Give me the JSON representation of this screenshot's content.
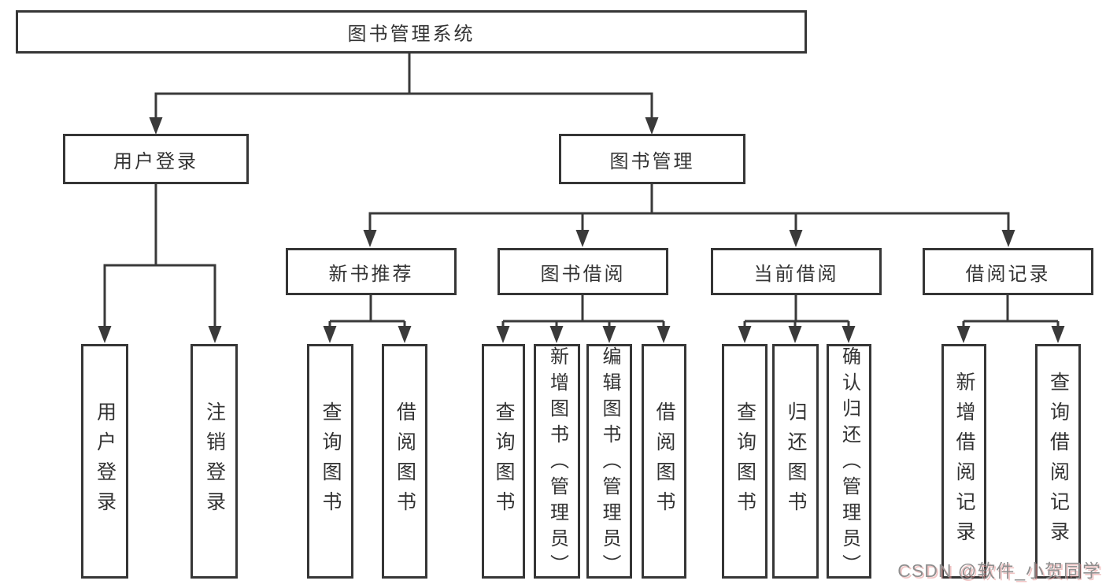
{
  "tree": {
    "root": {
      "label": "图书管理系统"
    },
    "level2": [
      {
        "label": "用户登录"
      },
      {
        "label": "图书管理"
      }
    ],
    "level3": [
      {
        "label": "新书推荐",
        "parent": "图书管理"
      },
      {
        "label": "图书借阅",
        "parent": "图书管理"
      },
      {
        "label": "当前借阅",
        "parent": "图书管理"
      },
      {
        "label": "借阅记录",
        "parent": "图书管理"
      }
    ],
    "leaves": [
      {
        "label": "用户登录",
        "parent": "用户登录"
      },
      {
        "label": "注销登录",
        "parent": "用户登录"
      },
      {
        "label": "查询图书",
        "parent": "新书推荐"
      },
      {
        "label": "借阅图书",
        "parent": "新书推荐"
      },
      {
        "label": "查询图书",
        "parent": "图书借阅"
      },
      {
        "label": "新增图书（管理员）",
        "parent": "图书借阅"
      },
      {
        "label": "编辑图书（管理员）",
        "parent": "图书借阅"
      },
      {
        "label": "借阅图书",
        "parent": "图书借阅"
      },
      {
        "label": "查询图书",
        "parent": "当前借阅"
      },
      {
        "label": "归还图书",
        "parent": "当前借阅"
      },
      {
        "label": "确认归还（管理员）",
        "parent": "当前借阅"
      },
      {
        "label": "新增借阅记录",
        "parent": "借阅记录"
      },
      {
        "label": "查询借阅记录",
        "parent": "借阅记录"
      }
    ]
  },
  "watermark": {
    "text": "CSDN @软件_小贺同学"
  },
  "colors": {
    "line": "#3a3a3a",
    "box_border": "#363636",
    "text": "#333333",
    "watermark": "#8f8f8f",
    "background": "#ffffff"
  }
}
